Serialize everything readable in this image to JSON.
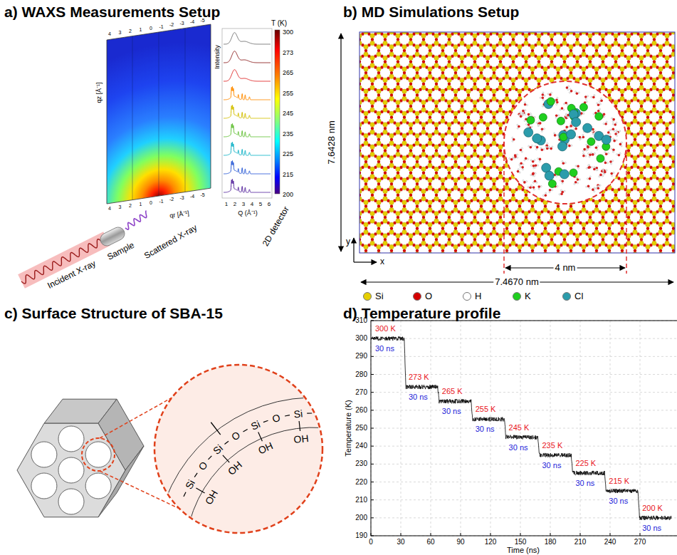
{
  "diagram": {
    "labels": [
      "a) WAXS Measurements Setup",
      "b) MD Simulations Setup",
      "c) Surface Structure of SBA-15",
      "d) Temperature profile",
      "4",
      "3",
      "2",
      "1",
      "0",
      "-1",
      "-2",
      "-3",
      "-4",
      "-5",
      "4",
      "3",
      "2",
      "1",
      "0",
      "-1",
      "-2",
      "-3",
      "-4",
      "-5",
      "qz [Å⁻¹]",
      "qr [Å⁻¹]",
      "Intensity",
      "Q (Å⁻¹)",
      "1",
      "2",
      "3",
      "4",
      "5",
      "6",
      "T (K)",
      "300",
      "273",
      "265",
      "255",
      "245",
      "235",
      "225",
      "215",
      "200",
      "2D detector",
      "Incident X-ray",
      "Sample",
      "Scattered X-ray",
      "7.6428 nm",
      "4 nm",
      "7.4670 nm",
      "y",
      "x",
      "Si",
      "O",
      "Si",
      "O",
      "Si",
      "O",
      "Si",
      "OH",
      "OH",
      "OH",
      "OH",
      "310",
      "300",
      "290",
      "280",
      "270",
      "260",
      "250",
      "240",
      "230",
      "220",
      "210",
      "200",
      "190",
      "0",
      "30",
      "60",
      "90",
      "120",
      "150",
      "180",
      "210",
      "240",
      "270",
      "Temperature (K)",
      "Time (ns)",
      "300 K",
      "273 K",
      "265 K",
      "255 K",
      "245 K",
      "235 K",
      "225 K",
      "215 K",
      "200 K",
      "30 ns",
      "30 ns",
      "30 ns",
      "30 ns",
      "30 ns",
      "30 ns",
      "30 ns",
      "30 ns",
      "30 ns"
    ],
    "legend": [
      {
        "text": "Si",
        "color": "#e6cf00"
      },
      {
        "text": "O",
        "color": "#d40000"
      },
      {
        "text": "H",
        "color": "#ffffff"
      },
      {
        "text": "K",
        "color": "#1fcf1f"
      },
      {
        "text": "Cl",
        "color": "#2b9cab"
      }
    ]
  }
}
